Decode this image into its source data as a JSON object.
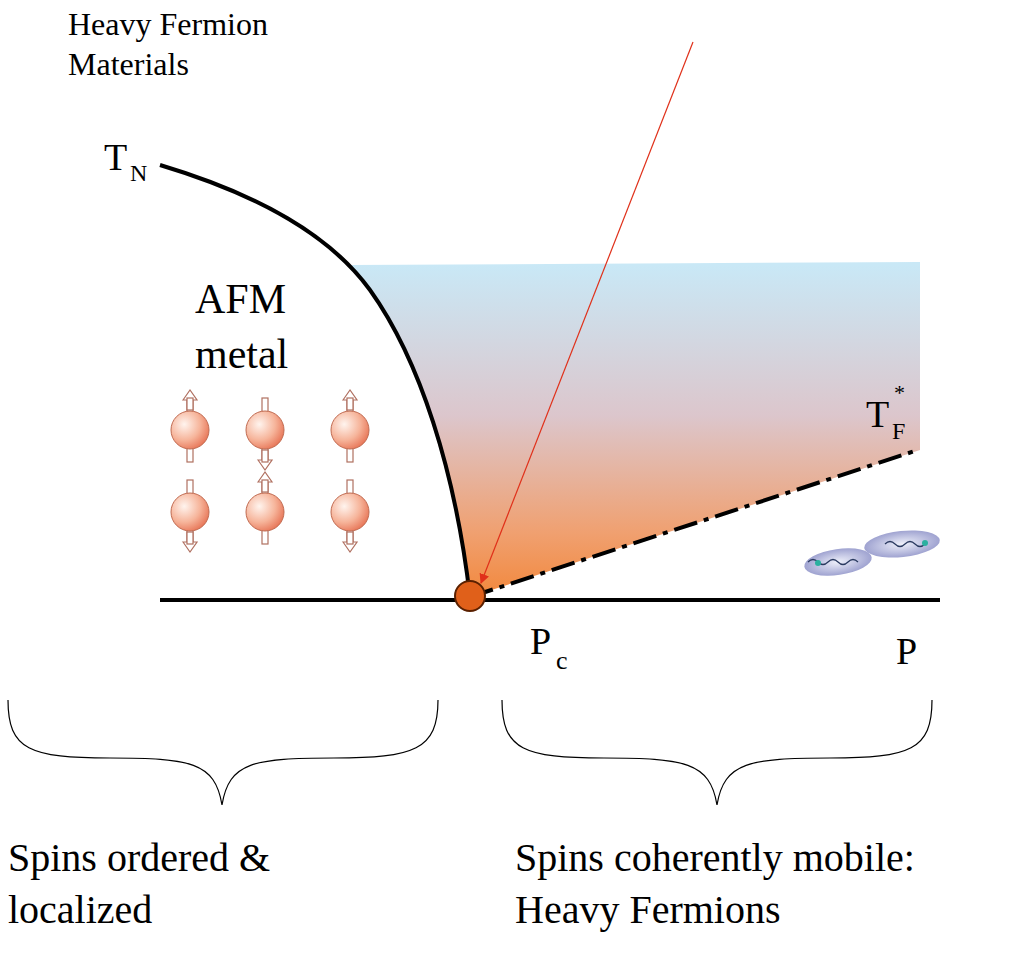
{
  "diagram": {
    "title": "Heavy Fermion Materials",
    "labels": [
      "T",
      "N",
      "AFM metal",
      "T",
      "F",
      "*",
      "P",
      "c",
      "P",
      "Spins ordered & localized",
      "Spins coherently mobile: Heavy Fermions"
    ]
  }
}
